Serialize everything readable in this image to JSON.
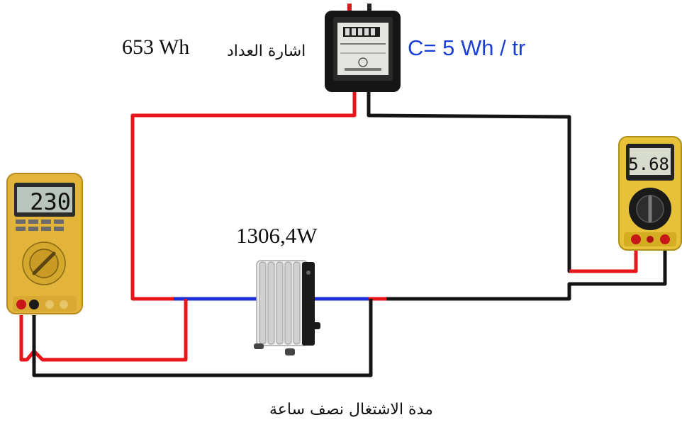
{
  "labels": {
    "meter_reading": "653  Wh",
    "meter_reading_caption": "اشارة العداد",
    "meter_constant": "C= 5 Wh / tr",
    "heater_power": "1306,4W",
    "duration": "مدة الاشتغال نصف ساعة"
  },
  "instruments": {
    "voltmeter_display": "230",
    "ammeter_display": "5.68"
  },
  "colors": {
    "phase_wire": "#e8161b",
    "neutral_wire": "#141414",
    "blue_wire": "#1c2fd8",
    "voltmeter_body": "#e2b53a",
    "ammeter_body": "#e7c137",
    "constant_text": "#1a3fd6"
  }
}
